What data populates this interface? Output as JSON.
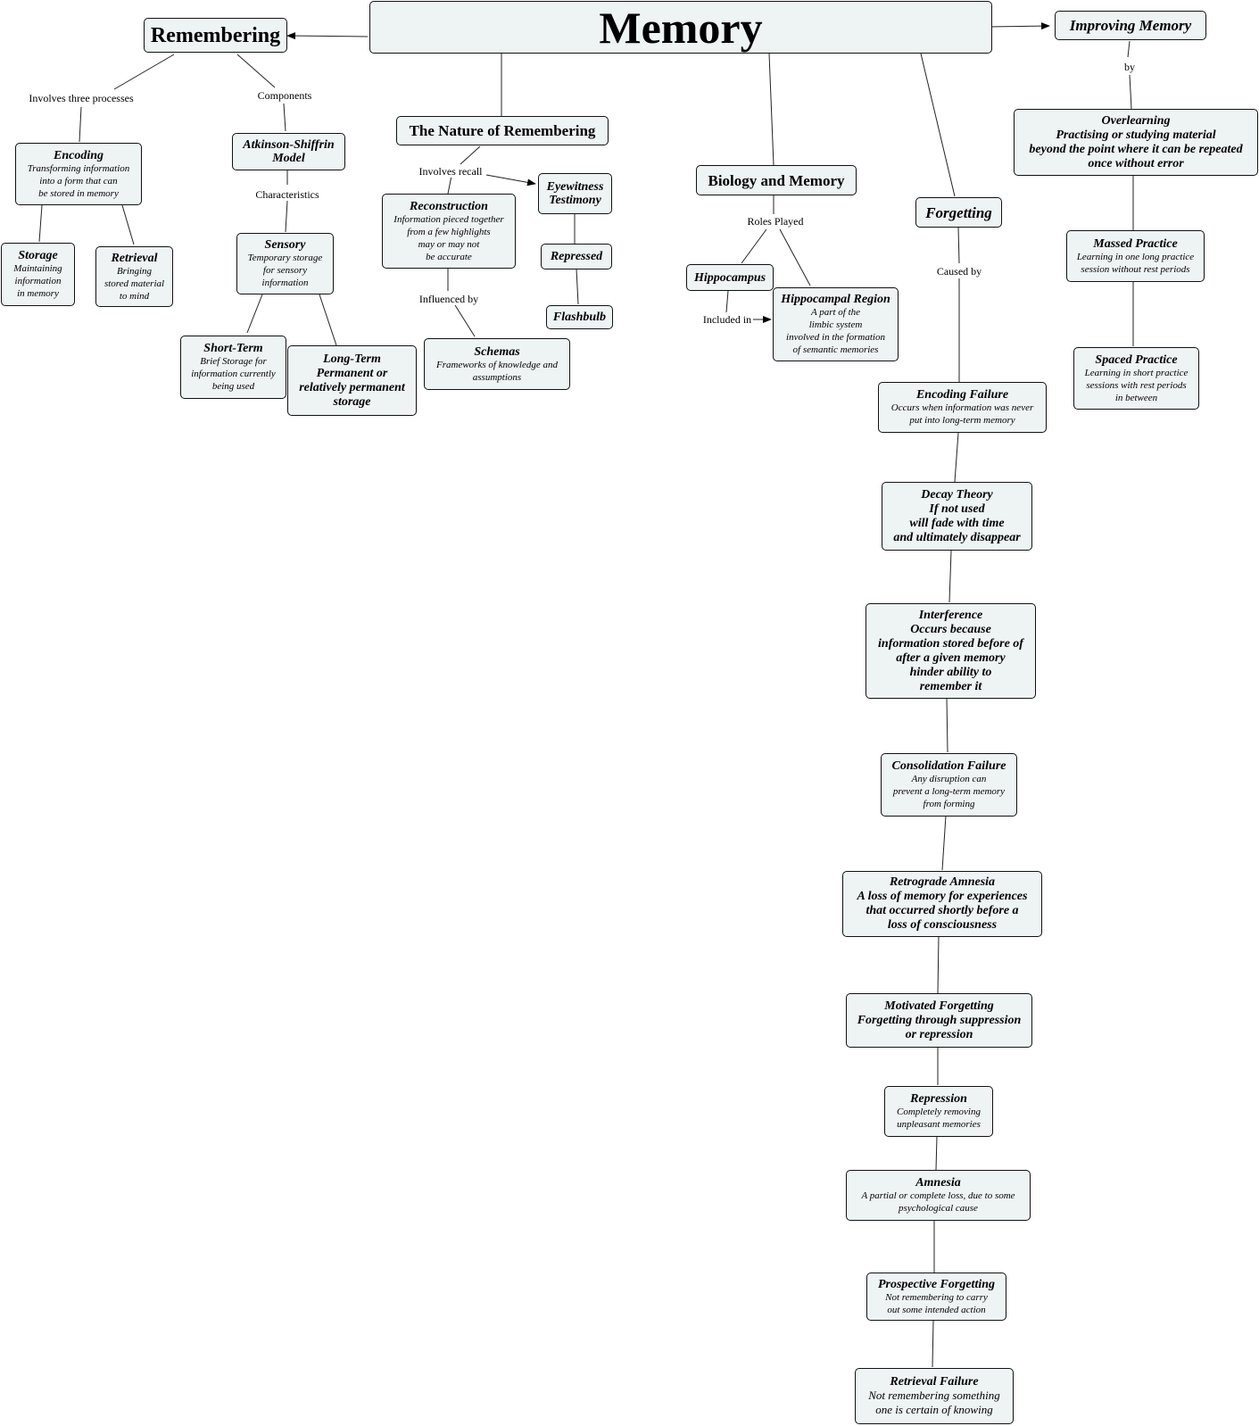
{
  "diagram": {
    "nodes": {
      "memory": {
        "title": "Memory"
      },
      "remembering": {
        "title": "Remembering"
      },
      "improving": {
        "title": "Improving Memory"
      },
      "encoding": {
        "title": "Encoding",
        "desc": "Transforming information\ninto a form that can\nbe stored in memory"
      },
      "atkinson": {
        "title": "Atkinson-Shiffrin\nModel"
      },
      "storage": {
        "title": "Storage",
        "desc": "Maintaining\ninformation\nin memory"
      },
      "retrieval": {
        "title": "Retrieval",
        "desc": "Bringing\nstored material\nto mind"
      },
      "sensory": {
        "title": "Sensory",
        "desc": "Temporary storage\nfor sensory\ninformation"
      },
      "shortterm": {
        "title": "Short-Term",
        "desc": "Brief Storage for\ninformation currently\nbeing used"
      },
      "longterm": {
        "title": "Long-Term\nPermanent or\nrelatively permanent\nstorage"
      },
      "nature": {
        "title": "The Nature of Remembering"
      },
      "reconstruction": {
        "title": "Reconstruction",
        "desc": "Information pieced together\nfrom a few highlights\nmay or may not\nbe accurate"
      },
      "eyewitness": {
        "title": "Eyewitness\nTestimony"
      },
      "repressed": {
        "title": "Repressed"
      },
      "flashbulb": {
        "title": "Flashbulb"
      },
      "schemas": {
        "title": "Schemas",
        "desc": "Frameworks of knowledge and\nassumptions"
      },
      "biology": {
        "title": "Biology and Memory"
      },
      "hippocampus": {
        "title": "Hippocampus"
      },
      "hippocampal": {
        "title": "Hippocampal Region",
        "desc": "A part of the\nlimbic system\ninvolved in the formation\nof semantic memories"
      },
      "forgetting": {
        "title": "Forgetting"
      },
      "overlearning": {
        "title": "Overlearning\nPractising or studying material\nbeyond the point where it can be repeated\nonce without error"
      },
      "massed": {
        "title": "Massed Practice",
        "desc": "Learning in one long practice\nsession without rest periods"
      },
      "spaced": {
        "title": "Spaced Practice",
        "desc": "Learning in short practice\nsessions with rest periods\nin between"
      },
      "encfail": {
        "title": "Encoding Failure",
        "desc": "Occurs when information was never\nput into long-term memory"
      },
      "decay": {
        "title": "Decay Theory\nIf not used\nwill fade with time\nand ultimately disappear"
      },
      "interference": {
        "title": "Interference\nOccurs because\ninformation stored before of\nafter a given memory\nhinder ability to\nremember it"
      },
      "consolidation": {
        "title": "Consolidation Failure",
        "desc": "Any disruption can\nprevent a long-term memory\nfrom forming"
      },
      "retrograde": {
        "title": "Retrograde Amnesia\nA loss of memory for experiences\nthat occurred shortly before a\nloss of consciousness"
      },
      "motivated": {
        "title": "Motivated Forgetting\nForgetting through suppression\nor repression"
      },
      "repression": {
        "title": "Repression",
        "desc": "Completely removing\nunpleasant memories"
      },
      "amnesia": {
        "title": "Amnesia",
        "desc": "A partial or complete loss, due to some\npsychological cause"
      },
      "prospective": {
        "title": "Prospective Forgetting",
        "desc": "Not remembering to carry\nout some intended action"
      },
      "retrfail": {
        "title": "Retrieval Failure",
        "desc": "Not remembering something\none is certain of knowing"
      }
    },
    "labels": {
      "involves_three": "Involves three processes",
      "components": "Components",
      "characteristics": "Characteristics",
      "involves_recall": "Involves recall",
      "influenced_by": "Influenced by",
      "roles_played": "Roles Played",
      "included_in": "Included in",
      "caused_by": "Caused by",
      "by": "by"
    }
  }
}
